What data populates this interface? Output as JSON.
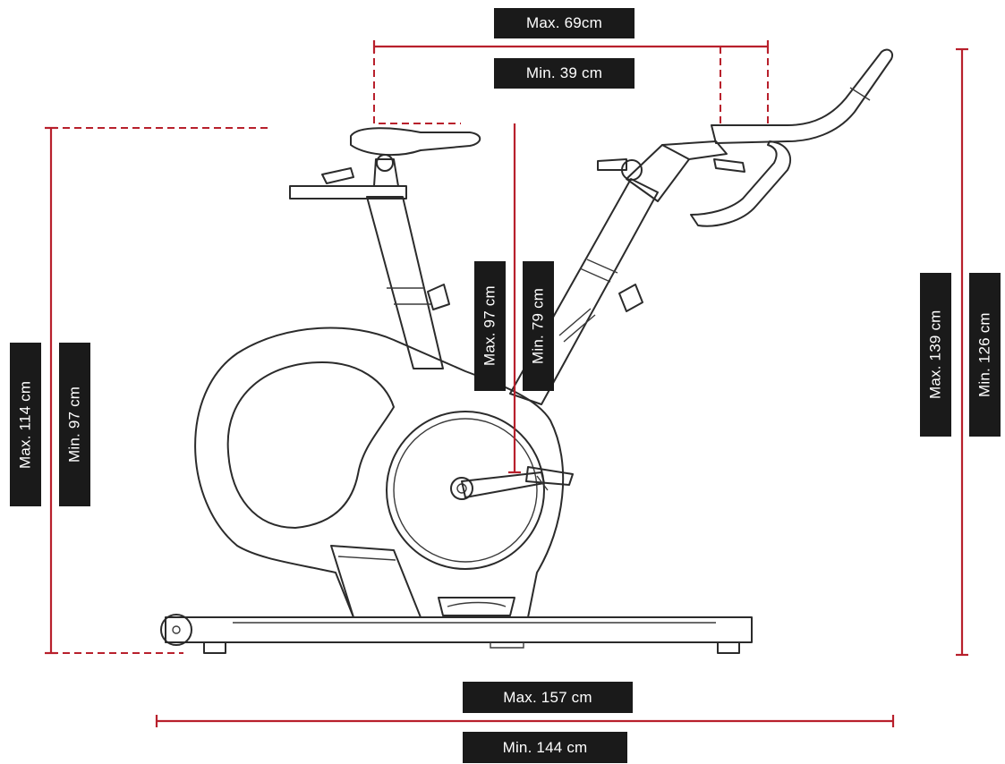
{
  "dimensions": {
    "seat_handlebar_max": "Max. 69cm",
    "seat_handlebar_min": "Min. 39 cm",
    "seat_height_max": "Max. 114 cm",
    "seat_height_min": "Min. 97 cm",
    "crank_seat_max": "Max. 97 cm",
    "crank_seat_min": "Min. 79 cm",
    "total_height_max": "Max. 139 cm",
    "total_height_min": "Min. 126 cm",
    "length_max": "Max. 157 cm",
    "length_min": "Min. 144 cm"
  },
  "colors": {
    "dimension_line": "#b8202c",
    "label_background": "#1a1a1a",
    "label_text": "#ffffff",
    "bike_outline": "#2b2b2b"
  }
}
